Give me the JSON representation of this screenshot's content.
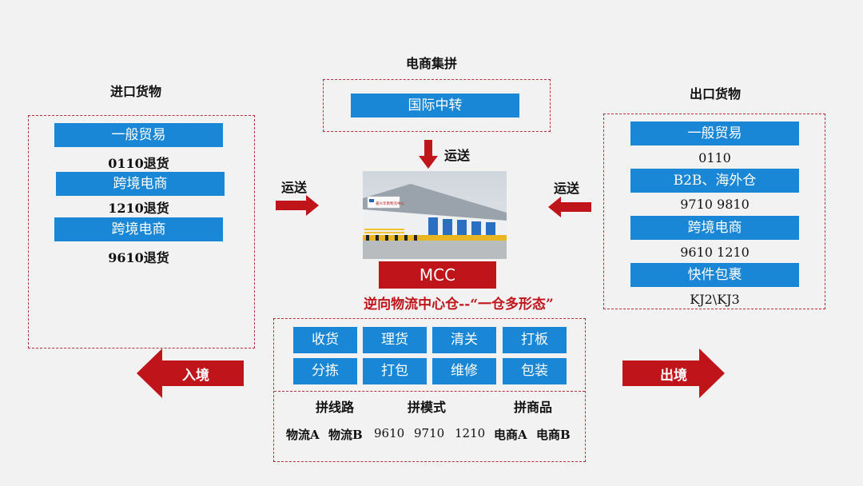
{
  "import": {
    "title": "进口货物",
    "items": [
      {
        "label": "一般贸易",
        "code": "0110退货"
      },
      {
        "label": "跨境电商",
        "code": "1210退货"
      },
      {
        "label": "跨境电商",
        "code": "9610退货"
      }
    ]
  },
  "export": {
    "title": "出口货物",
    "items": [
      {
        "label": "一般贸易",
        "code": "0110"
      },
      {
        "label": "B2B、海外仓",
        "code": "9710 9810"
      },
      {
        "label": "跨境电商",
        "code": "9610  1210"
      },
      {
        "label": "快件包裹",
        "code": "KJ2\\KJ3"
      }
    ]
  },
  "ecommerce": {
    "title": "电商集拼",
    "item": "国际中转"
  },
  "arrows": {
    "top": "运送",
    "left": "运送",
    "right": "运送",
    "entry": "入境",
    "exit": "出境"
  },
  "center": {
    "photo_sign": "嘉兴华南物流中心",
    "mcc": "MCC",
    "subtitle": "逆向物流中心仓--“一仓多形态”"
  },
  "operations": {
    "row1": [
      "收货",
      "理货",
      "清关",
      "打板"
    ],
    "row2": [
      "分拣",
      "打包",
      "维修",
      "包装"
    ],
    "headers": [
      "拼线路",
      "拼模式",
      "拼商品"
    ],
    "values": [
      "物流A",
      "物流B",
      "9610",
      "9710",
      "1210",
      "电商A",
      "电商B"
    ]
  },
  "colors": {
    "accent_red": "#c0141b",
    "tile_blue": "#1a86d6",
    "dash_border": "#b8303a"
  }
}
